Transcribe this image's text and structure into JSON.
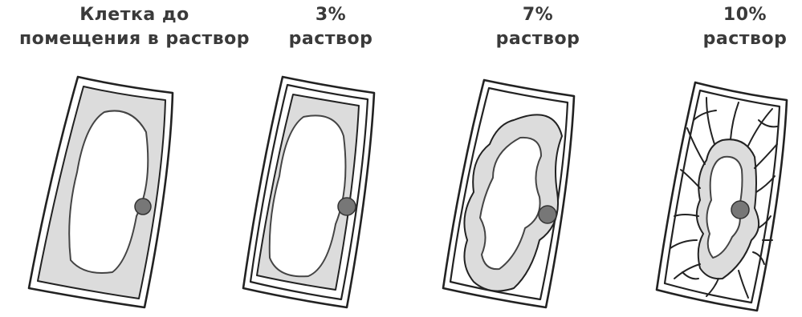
{
  "panels": [
    {
      "title_line1": "Клетка до",
      "title_line2": "помещения в раствор"
    },
    {
      "title_line1": "3%",
      "title_line2": "раствор"
    },
    {
      "title_line1": "7%",
      "title_line2": "раствор"
    },
    {
      "title_line1": "10%",
      "title_line2": "раствор"
    }
  ],
  "colors": {
    "text": "#3a3a3a",
    "outline": "#222222",
    "cytoplasm": "#dcdcdc",
    "nucleus": "#777777",
    "background": "#ffffff"
  }
}
